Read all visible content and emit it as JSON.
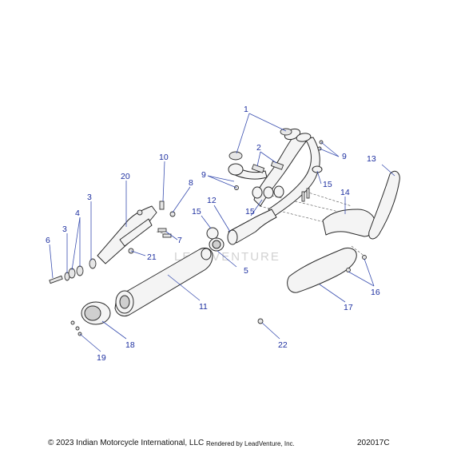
{
  "watermark": "LEADVENTURE",
  "callouts": [
    {
      "id": "1",
      "label": "1"
    },
    {
      "id": "2",
      "label": "2"
    },
    {
      "id": "3a",
      "label": "3"
    },
    {
      "id": "3b",
      "label": "3"
    },
    {
      "id": "4",
      "label": "4"
    },
    {
      "id": "5",
      "label": "5"
    },
    {
      "id": "6",
      "label": "6"
    },
    {
      "id": "7",
      "label": "7"
    },
    {
      "id": "8",
      "label": "8"
    },
    {
      "id": "9a",
      "label": "9"
    },
    {
      "id": "9b",
      "label": "9"
    },
    {
      "id": "10",
      "label": "10"
    },
    {
      "id": "11",
      "label": "11"
    },
    {
      "id": "12",
      "label": "12"
    },
    {
      "id": "13",
      "label": "13"
    },
    {
      "id": "14",
      "label": "14"
    },
    {
      "id": "15a",
      "label": "15"
    },
    {
      "id": "15b",
      "label": "15"
    },
    {
      "id": "15c",
      "label": "15"
    },
    {
      "id": "16",
      "label": "16"
    },
    {
      "id": "17",
      "label": "17"
    },
    {
      "id": "18",
      "label": "18"
    },
    {
      "id": "19",
      "label": "19"
    },
    {
      "id": "20",
      "label": "20"
    },
    {
      "id": "21",
      "label": "21"
    },
    {
      "id": "22",
      "label": "22"
    }
  ],
  "footer": {
    "copyright": "© 2023 Indian Motorcycle International, LLC",
    "rendered_by": "Rendered by LeadVenture, Inc.",
    "diagram_code": "202017C"
  }
}
